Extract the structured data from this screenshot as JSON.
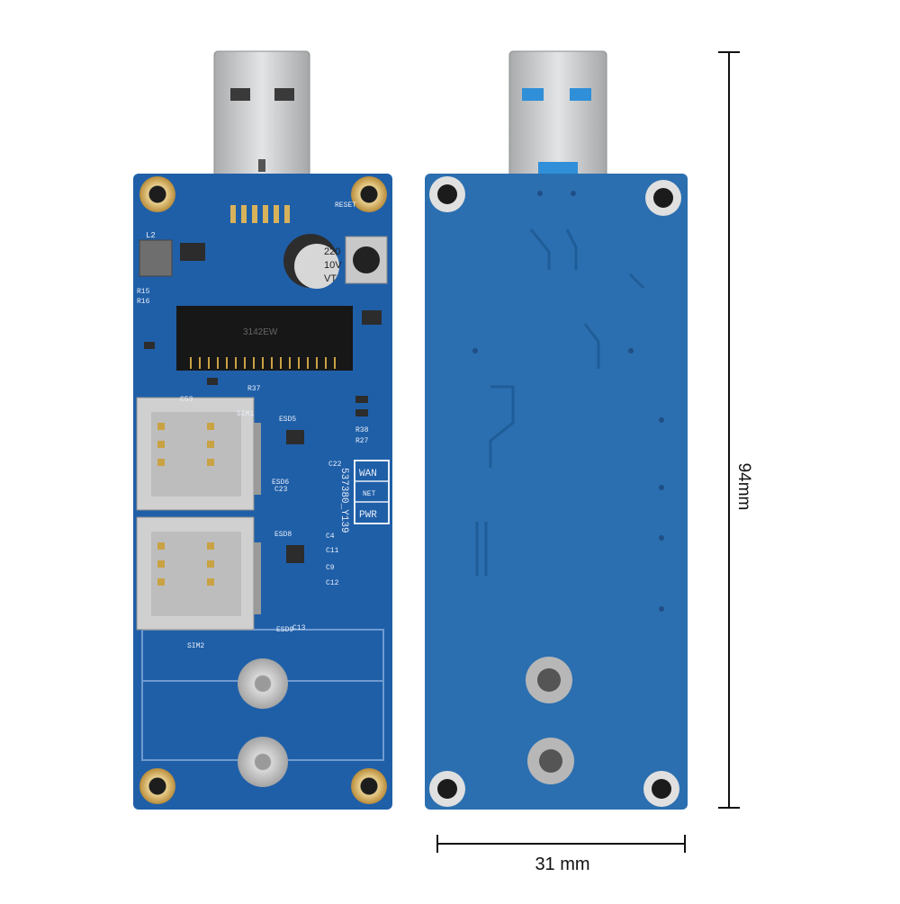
{
  "dimensions": {
    "height": "94mm",
    "width": "31 mm"
  },
  "front_board": {
    "cap_top": "220",
    "cap_mid": "10V",
    "cap_bot": "VT",
    "socket_marking": "3142EW",
    "pcb_code": "537380_Y139",
    "sim1_label": "SIM1",
    "sim2_label": "SIM2",
    "led_labels": [
      "WAN",
      "NET",
      "PWR"
    ],
    "silk": {
      "l2": "L2",
      "r15": "R15",
      "r16": "R16",
      "c53": "C53",
      "r37": "R37",
      "esd5": "ESD5",
      "esd6": "ESD6",
      "esd8": "ESD8",
      "esd9": "ESD9",
      "c4": "C4",
      "c11": "C11",
      "c9": "C9",
      "c12": "C12",
      "c13": "C13",
      "c22": "C22",
      "c23": "C23",
      "r27": "R27",
      "r38": "R38",
      "reset": "RESET"
    }
  },
  "colors": {
    "pcb_front": "#1f5fa8",
    "pcb_back": "#2b6fb0",
    "usb_metal": "#c9cbcd",
    "usb_blue": "#2f8fd8",
    "gold": "#d8b25a"
  }
}
